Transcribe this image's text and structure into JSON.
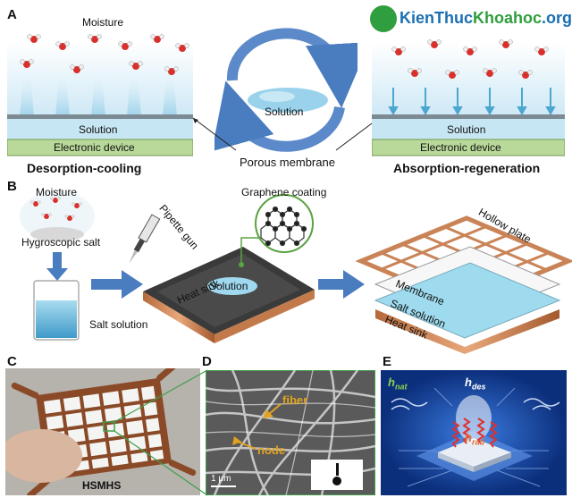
{
  "watermark": {
    "text": "KienThucKhoaHoc.org",
    "part1": "KienThuc",
    "part2": "Khoahoc",
    "part3": ".org"
  },
  "panel_a": {
    "letter": "A",
    "moisture": "Moisture",
    "left_solution": "Solution",
    "left_device": "Electronic device",
    "left_caption": "Desorption-cooling",
    "cycle_label": "Solution",
    "membrane": "Porous membrane",
    "right_solution": "Solution",
    "right_device": "Electronic device",
    "right_caption": "Absorption-regeneration",
    "colors": {
      "solution": "#bfe3f2",
      "device": "#b9d99a",
      "arrow": "#4a7cc0"
    }
  },
  "panel_b": {
    "letter": "B",
    "moisture": "Moisture",
    "salt": "Hygroscopic salt",
    "salt_solution": "Salt solution",
    "pipette": "Pipette gun",
    "graphene": "Graphene coating",
    "solution": "Solution",
    "heat_sink": "Heat sink",
    "hollow_plate": "Hollow plate",
    "membrane": "Membrane",
    "salt_solution_layer": "Salt solution",
    "heat_sink_layer": "Heat sink"
  },
  "panel_c": {
    "letter": "C",
    "caption": "HSMHS"
  },
  "panel_d": {
    "letter": "D",
    "fiber": "fiber",
    "node": "node",
    "scale": "1 μm"
  },
  "panel_e": {
    "letter": "E",
    "h_nat": "h",
    "h_nat_sub": "nat",
    "h_des": "h",
    "h_des_sub": "des",
    "h_rad": "h",
    "h_rad_sub": "rad"
  }
}
